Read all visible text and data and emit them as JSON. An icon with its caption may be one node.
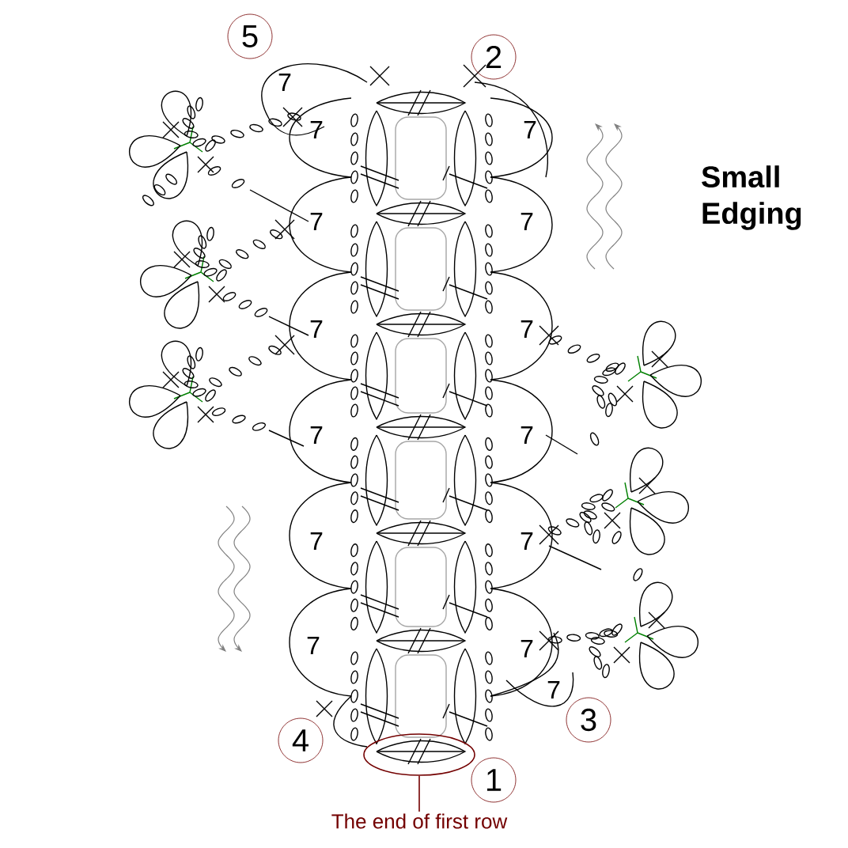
{
  "diagram": {
    "title": "Small Edging",
    "nodes": [
      {
        "text": [
          "5"
        ]
      },
      {
        "text": [
          "2"
        ]
      },
      {
        "text": [
          "3"
        ]
      },
      {
        "text": [
          "4"
        ]
      },
      {
        "text": [
          "1"
        ]
      },
      {
        "text": [
          "The end of first row"
        ]
      },
      {
        "text": [],
        "shape": "ellipse"
      }
    ],
    "edges": [
      {
        "from": 5,
        "to": 6,
        "arrow": "none"
      }
    ],
    "labels": [
      "7",
      "7",
      "7",
      "7",
      "7",
      "7",
      "7",
      "7",
      "7",
      "7",
      "7",
      "7",
      "7",
      "7"
    ]
  }
}
